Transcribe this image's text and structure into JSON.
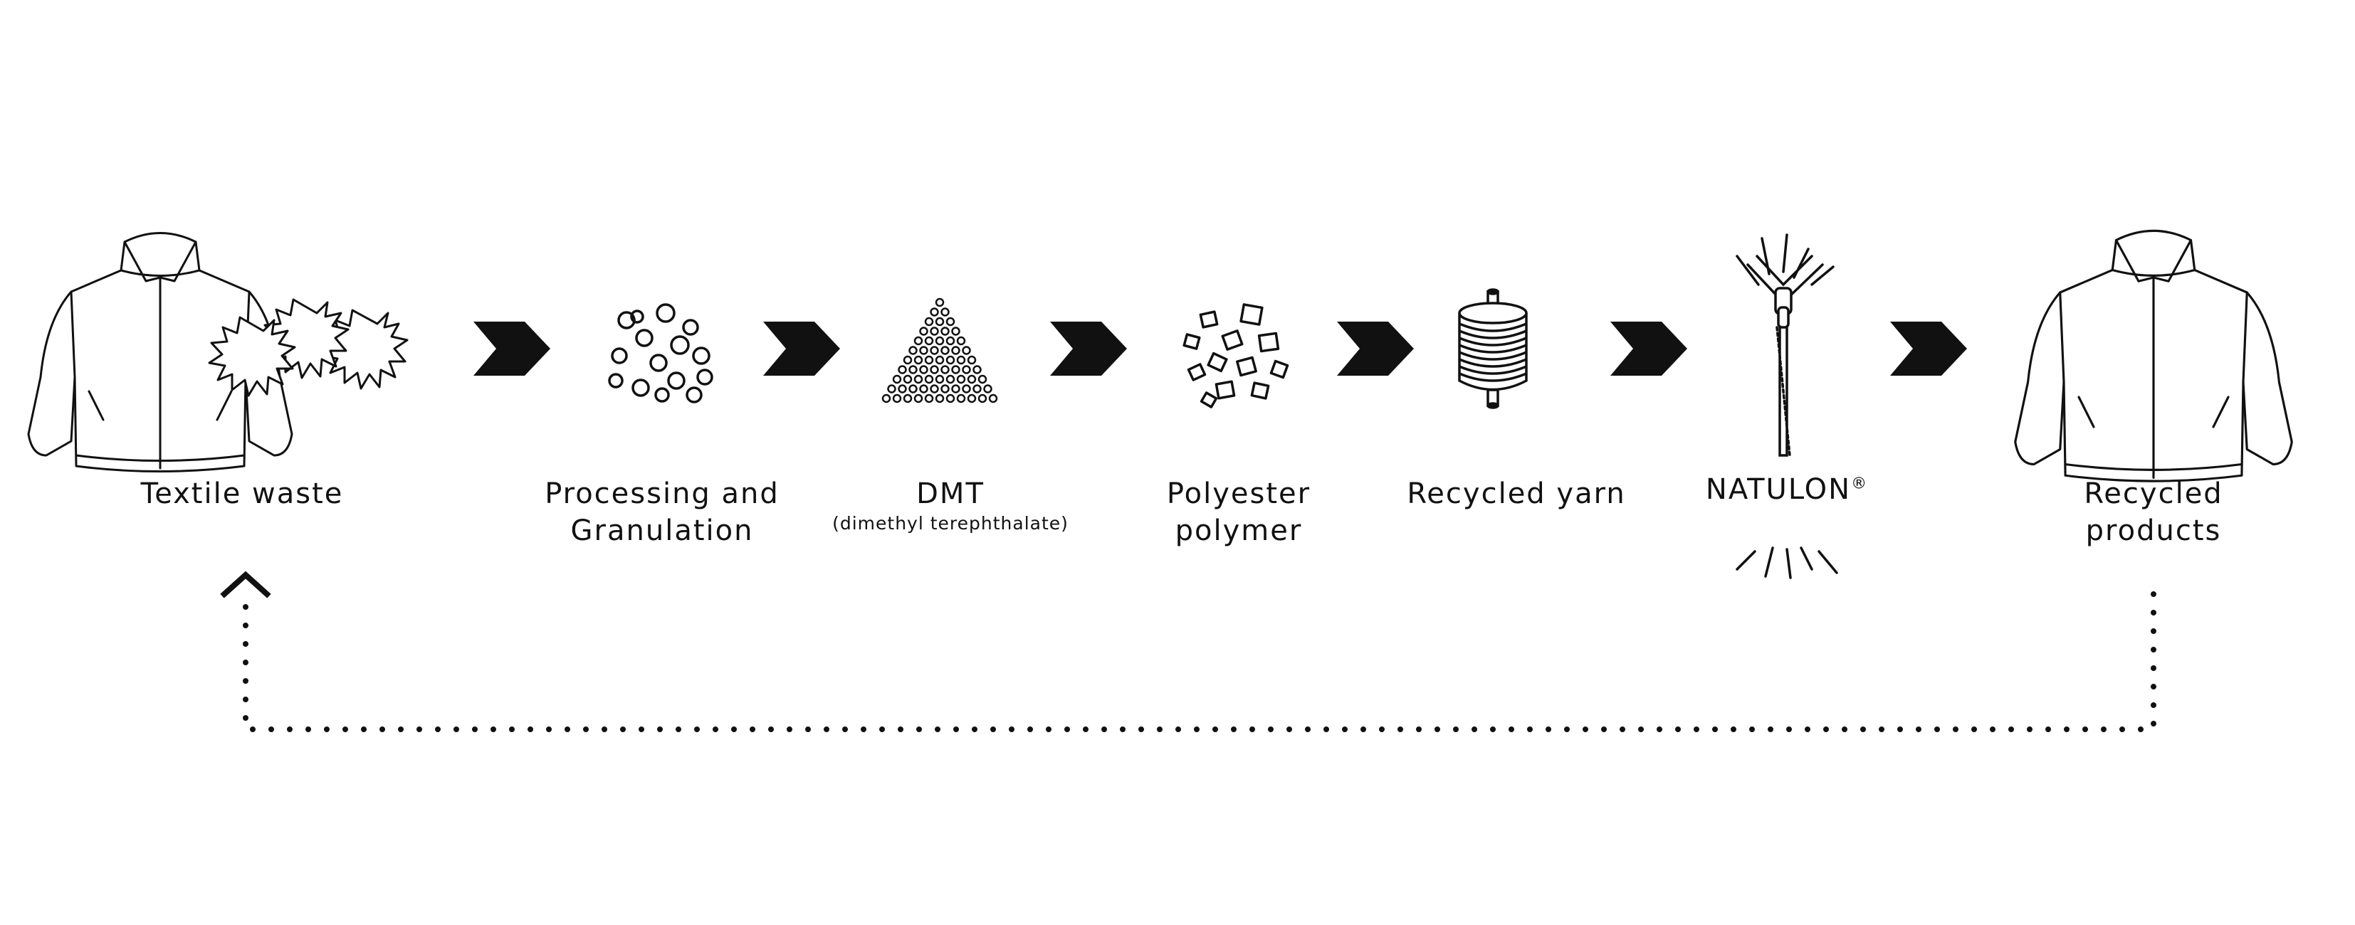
{
  "diagram": {
    "steps": [
      {
        "id": "textile-waste",
        "label": "Textile waste"
      },
      {
        "id": "processing",
        "label_line1": "Processing and",
        "label_line2": "Granulation"
      },
      {
        "id": "dmt",
        "label": "DMT",
        "sublabel": "(dimethyl terephthalate)"
      },
      {
        "id": "polyester",
        "label_line1": "Polyester",
        "label_line2": "polymer"
      },
      {
        "id": "yarn",
        "label": "Recycled yarn"
      },
      {
        "id": "natulon",
        "label": "NATULON",
        "mark": "®"
      },
      {
        "id": "products",
        "label_line1": "Recycled",
        "label_line2": "products"
      }
    ],
    "icons": [
      "jacket-icon",
      "fabric-scraps-icon",
      "granules-icon",
      "dmt-pyramid-icon",
      "polymer-chips-icon",
      "yarn-spool-icon",
      "zipper-icon",
      "jacket-icon"
    ],
    "colors": {
      "ink": "#111111",
      "background": "#ffffff"
    }
  }
}
